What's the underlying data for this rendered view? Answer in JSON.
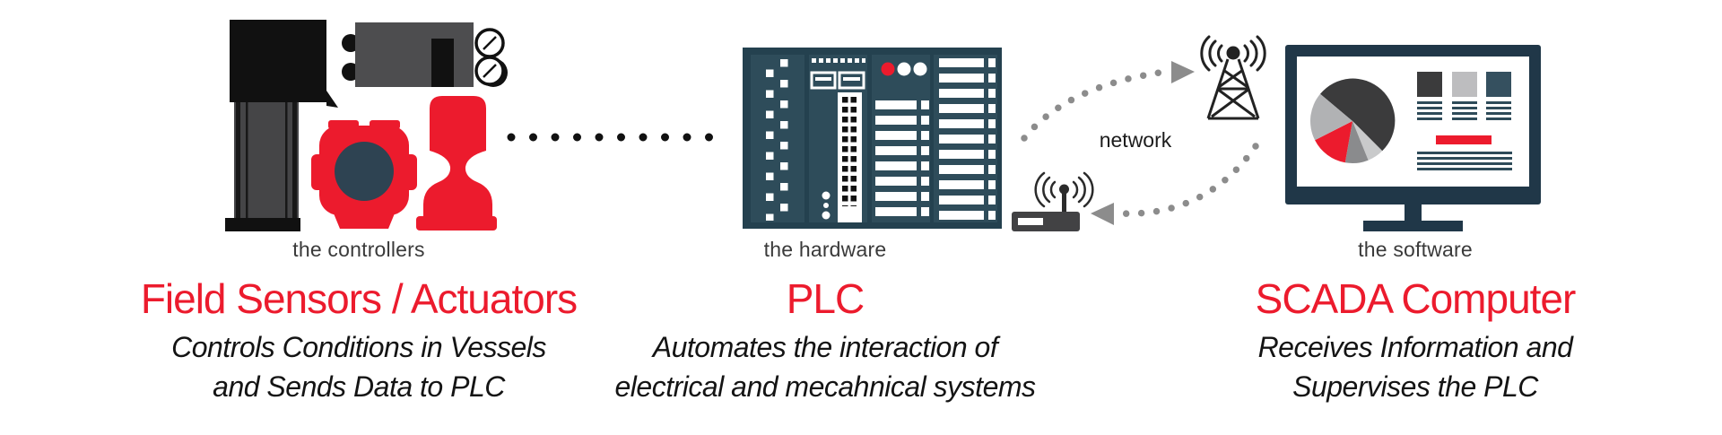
{
  "colors": {
    "accent_red": "#EC1B2D",
    "plc_frame_slate": "#24414F",
    "plc_module_slate": "#2E4C5A",
    "monitor_navy": "#203748",
    "icon_black": "#1A1A1A",
    "icon_gray": "#4D4D4F",
    "arrow_gray": "#8C8C8C",
    "caption_gray": "#3A3A3A"
  },
  "sections": {
    "controllers": {
      "caption": "the controllers",
      "title": "Field Sensors / Actuators",
      "subtitle_line1": "Controls Conditions in Vessels",
      "subtitle_line2": "and Sends Data to PLC",
      "icons": [
        "pump-icon",
        "pressure-instrument-icon",
        "transmitter-icon",
        "valve-icon"
      ]
    },
    "plc": {
      "caption": "the hardware",
      "title": "PLC",
      "subtitle_line1": "Automates the interaction of",
      "subtitle_line2": "electrical and mecahnical systems",
      "icons": [
        "plc-rack-icon"
      ]
    },
    "network": {
      "label": "network",
      "icons": [
        "radio-tower-icon",
        "wireless-router-icon",
        "network-uplink-arrow",
        "network-downlink-arrow"
      ]
    },
    "scada": {
      "caption": "the software",
      "title": "SCADA Computer",
      "subtitle_line1": "Receives Information and",
      "subtitle_line2": "Supervises the PLC",
      "icons": [
        "scada-monitor-icon",
        "pie-chart-graphic",
        "stat-tiles-graphic",
        "red-bar-graphic",
        "text-lines-graphic"
      ]
    }
  }
}
